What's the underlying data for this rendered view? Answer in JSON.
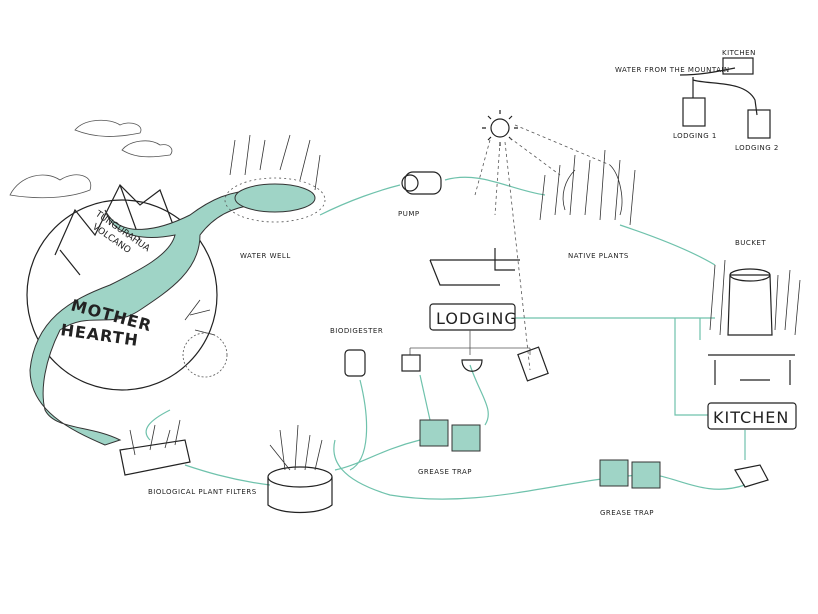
{
  "legend": {
    "source": "WATER FROM THE MOUNTAIN",
    "kitchen": "KITCHEN",
    "lodging1": "LODGING 1",
    "lodging2": "LODGING 2"
  },
  "labels": {
    "volcano_line1": "TUNGURAHUA",
    "volcano_line2": "VOLCANO",
    "mother_line1": "MOTHER",
    "mother_line2": "HEARTH",
    "water_well": "WATER WELL",
    "pump": "PUMP",
    "native_plants": "NATIVE PLANTS",
    "bucket": "BUCKET",
    "lodging": "LODGING",
    "biodigester": "BIODIGESTER",
    "kitchen": "KITCHEN",
    "grease_trap_1": "GREASE TRAP",
    "grease_trap_2": "GREASE TRAP",
    "plant_filters": "BIOLOGICAL PLANT FILTERS"
  },
  "colors": {
    "water": "#9fd4c6",
    "flow_line": "#6fc2ac",
    "ink": "#222222"
  }
}
